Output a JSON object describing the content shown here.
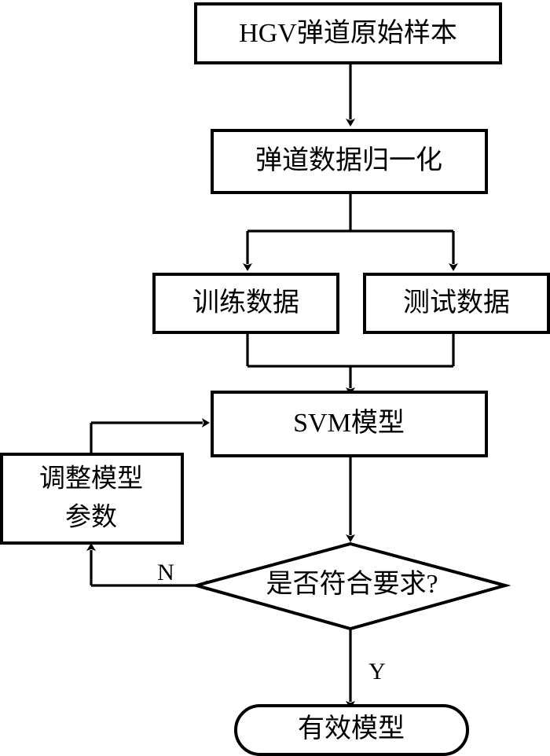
{
  "diagram": {
    "title": "HGV trajectory SVM classification flowchart",
    "background_color": "#ffffff",
    "line_color": "#000000",
    "fill_color": "#ffffff",
    "nodes": [
      {
        "id": "raw-sample",
        "label": "HGV弹道原始样本",
        "shape": "rectangle"
      },
      {
        "id": "normalize",
        "label": "弹道数据归一化",
        "shape": "rectangle"
      },
      {
        "id": "train-data",
        "label": "训练数据",
        "shape": "rectangle"
      },
      {
        "id": "test-data",
        "label": "测试数据",
        "shape": "rectangle"
      },
      {
        "id": "svm-model",
        "label": "SVM模型",
        "shape": "rectangle"
      },
      {
        "id": "tune-params",
        "label_line1": "调整模型",
        "label_line2": "参数",
        "shape": "rectangle"
      },
      {
        "id": "decision",
        "label": "是否符合要求?",
        "shape": "diamond"
      },
      {
        "id": "valid-model",
        "label": "有效模型",
        "shape": "stadium"
      }
    ],
    "edge_labels": {
      "no": "N",
      "yes": "Y"
    }
  }
}
